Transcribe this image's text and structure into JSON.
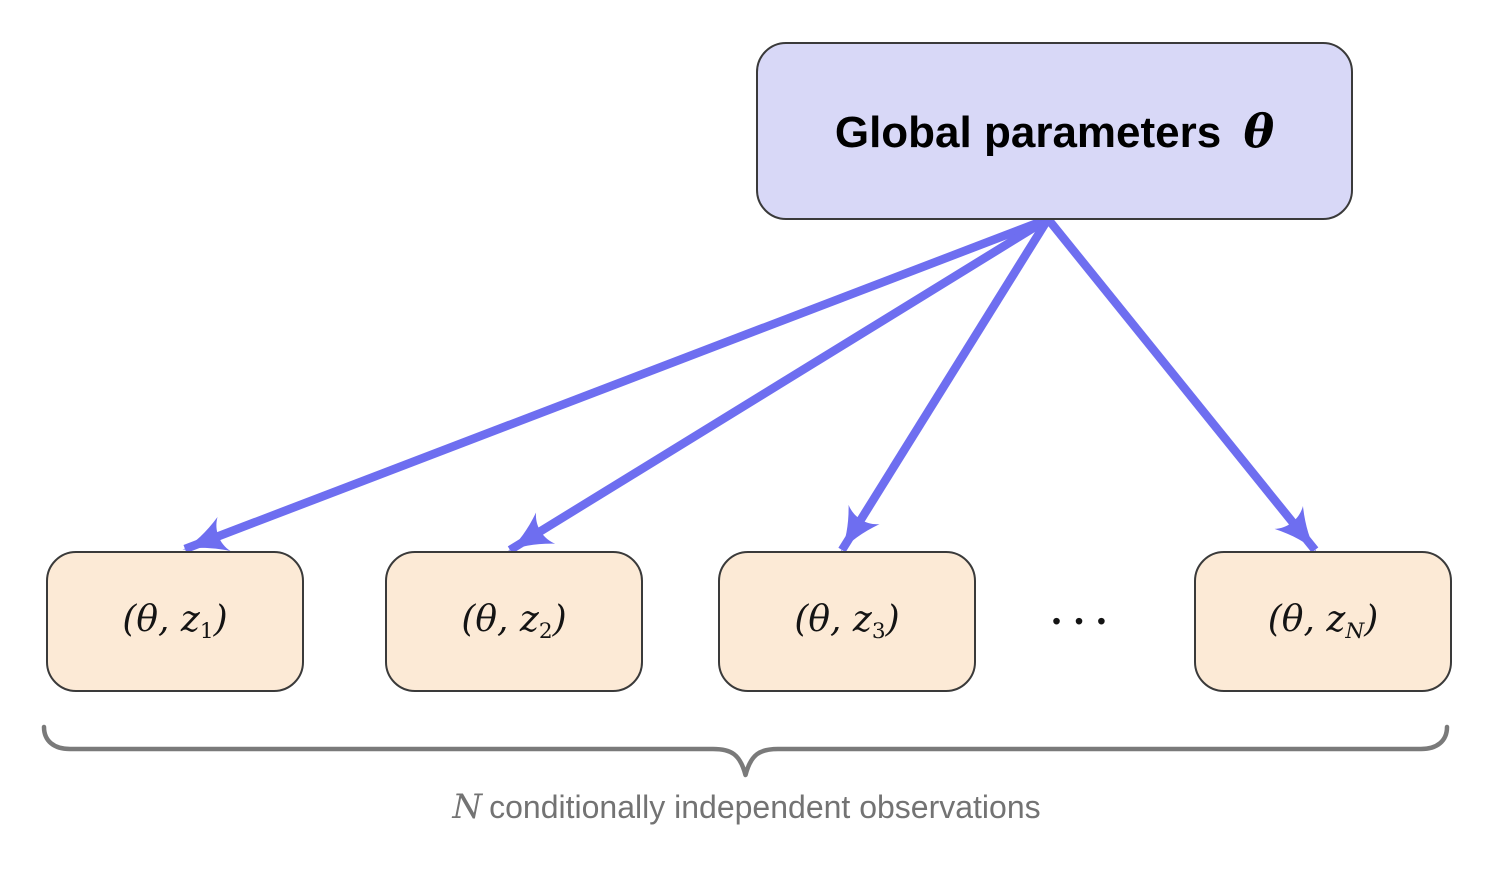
{
  "colors": {
    "arrow": "#6e6ef0",
    "rootFill": "#d8d8f7",
    "leafFill": "#fcead6",
    "borderCol": "#3a3a3a",
    "braceCol": "#7a7a7a",
    "captionCol": "#737373",
    "ink": "#141414"
  },
  "root": {
    "label": "Global parameters",
    "symbol": "θ"
  },
  "nodes": [
    {
      "pre": "(θ, z",
      "sub": "1",
      "post": ")"
    },
    {
      "pre": "(θ, z",
      "sub": "2",
      "post": ")"
    },
    {
      "pre": "(θ, z",
      "sub": "3",
      "post": ")"
    },
    {
      "pre": "(θ, z",
      "sub": "N",
      "post": ")"
    }
  ],
  "ellipsis": "• • •",
  "caption": {
    "symbol": "N",
    "text": "conditionally independent observations"
  }
}
